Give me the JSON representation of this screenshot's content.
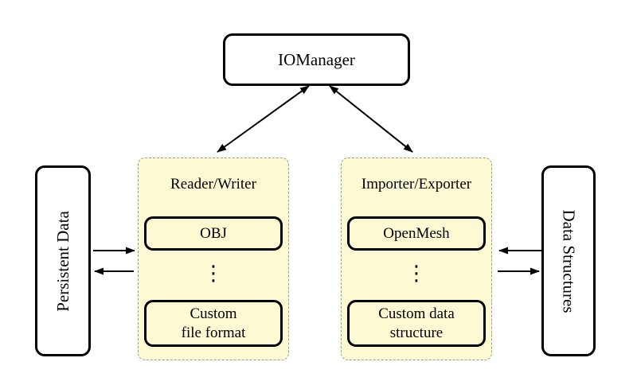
{
  "colors": {
    "background": "#ffffff",
    "text": "#000000",
    "node-fill": "#ffffff",
    "node-border": "#000000",
    "group-fill": "#fcf9d3",
    "group-border": "#9c9c98",
    "arrow": "#000000"
  },
  "nodes": {
    "iomanager": {
      "label": "IOManager"
    },
    "persistent_data": {
      "label": "Persistent Data"
    },
    "data_structures": {
      "label": "Data Structures"
    }
  },
  "groups": {
    "reader_writer": {
      "title": "Reader/Writer",
      "top_item": "OBJ",
      "ellipsis": "⋮",
      "bottom_item_lines": [
        "Custom",
        "file format"
      ]
    },
    "importer_exporter": {
      "title": "Importer/Exporter",
      "top_item": "OpenMesh",
      "ellipsis": "⋮",
      "bottom_item_lines": [
        "Custom data",
        "structure"
      ]
    }
  }
}
